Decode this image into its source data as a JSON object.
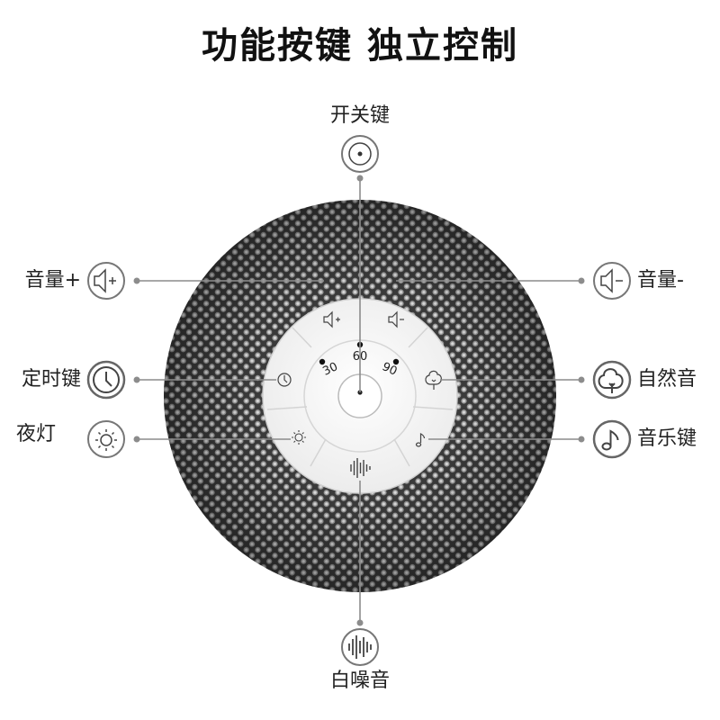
{
  "title": "功能按键 独立控制",
  "device": {
    "timer_marks": [
      "30",
      "60",
      "90"
    ]
  },
  "callouts": {
    "power": {
      "label": "开关键",
      "icon": "power-icon"
    },
    "volume_up": {
      "label": "音量+",
      "icon": "speaker-plus-icon"
    },
    "volume_down": {
      "label": "音量-",
      "icon": "speaker-minus-icon"
    },
    "timer": {
      "label": "定时键",
      "icon": "clock-icon"
    },
    "night_light": {
      "label": "夜灯",
      "icon": "sun-icon"
    },
    "nature_sound": {
      "label": "自然音",
      "icon": "tree-icon"
    },
    "music": {
      "label": "音乐键",
      "icon": "music-note-icon"
    },
    "white_noise": {
      "label": "白噪音",
      "icon": "sound-wave-icon"
    }
  },
  "colors": {
    "mesh_dark": "#4a4a4a",
    "mesh_light": "#8a8a8a",
    "leader_line": "#8c8c8c",
    "panel": "#ffffff"
  }
}
